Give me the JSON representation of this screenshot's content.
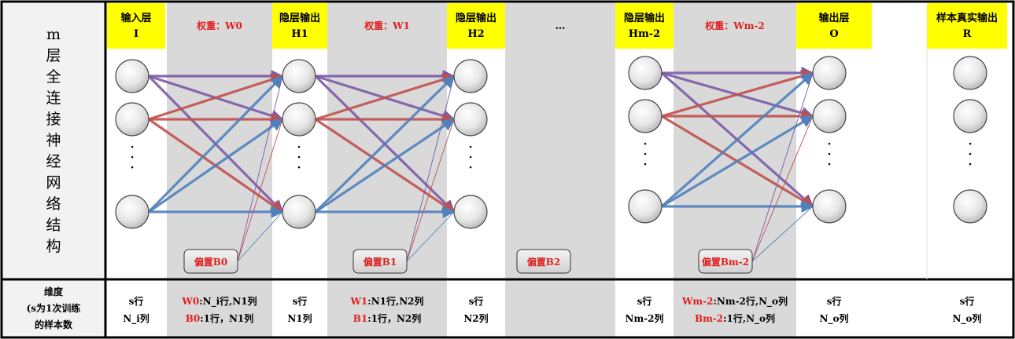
{
  "side_title": [
    "m",
    "层",
    "全",
    "连",
    "接",
    "神",
    "经",
    "网",
    "络",
    "结",
    "构"
  ],
  "columns": [
    {
      "id": "input",
      "header": [
        "输入层",
        "I"
      ]
    },
    {
      "id": "w0",
      "weight": "权重：W0"
    },
    {
      "id": "h1",
      "header": [
        "隐层输出",
        "H1"
      ]
    },
    {
      "id": "w1",
      "weight": "权重：W1"
    },
    {
      "id": "h2",
      "header": [
        "隐层输出",
        "H2"
      ]
    },
    {
      "id": "ellipsis",
      "ellipsis": "…"
    },
    {
      "id": "hm2",
      "header": [
        "隐层输出",
        "Hm-2"
      ]
    },
    {
      "id": "wm2",
      "weight": "权重：Wm-2"
    },
    {
      "id": "output",
      "header": [
        "输出层",
        "O"
      ]
    },
    {
      "id": "truth",
      "header": [
        "样本真实输出",
        "R"
      ]
    }
  ],
  "biases": [
    "偏置B0",
    "偏置B1",
    "偏置B2",
    "偏置Bm-2"
  ],
  "vertical_dots": "·",
  "dimension_row": {
    "label": [
      "维度",
      "(s为1次训练",
      "的样本数"
    ],
    "cells": [
      {
        "col": "input",
        "lines": [
          [
            {
              "t": "s行"
            }
          ],
          [
            {
              "t": "N_i列"
            }
          ]
        ]
      },
      {
        "col": "w0",
        "lines": [
          [
            {
              "t": "W0",
              "red": true
            },
            {
              "t": ":N_i行,N1列"
            }
          ],
          [
            {
              "t": "B0",
              "red": true
            },
            {
              "t": ":1行，N1列"
            }
          ]
        ]
      },
      {
        "col": "h1",
        "lines": [
          [
            {
              "t": "s行"
            }
          ],
          [
            {
              "t": "N1列"
            }
          ]
        ]
      },
      {
        "col": "w1",
        "lines": [
          [
            {
              "t": "W1",
              "red": true
            },
            {
              "t": ":N1行,N2列"
            }
          ],
          [
            {
              "t": "B1",
              "red": true
            },
            {
              "t": ":1行，N2列"
            }
          ]
        ]
      },
      {
        "col": "h2",
        "lines": [
          [
            {
              "t": "s行"
            }
          ],
          [
            {
              "t": "N2列"
            }
          ]
        ]
      },
      {
        "col": "hm2",
        "lines": [
          [
            {
              "t": "s行"
            }
          ],
          [
            {
              "t": "Nm-2列"
            }
          ]
        ]
      },
      {
        "col": "wm2",
        "lines": [
          [
            {
              "t": "Wm-2",
              "red": true
            },
            {
              "t": ":Nm-2行,N_o列"
            }
          ],
          [
            {
              "t": "Bm-2",
              "red": true
            },
            {
              "t": ":1行,N_o列"
            }
          ]
        ]
      },
      {
        "col": "output",
        "lines": [
          [
            {
              "t": "s行"
            }
          ],
          [
            {
              "t": "N_o列"
            }
          ]
        ]
      },
      {
        "col": "truth",
        "lines": [
          [
            {
              "t": "s行"
            }
          ],
          [
            {
              "t": "N_o列"
            }
          ]
        ]
      }
    ]
  },
  "colors": {
    "header_bg": "#ffff00",
    "band_bg": "#d9d9d9",
    "side_bg": "#f2f2f2",
    "weight_text": "#e02020",
    "purple_edge": "#7b5aa6",
    "red_edge": "#c0504d",
    "blue_edge": "#4f81bd"
  }
}
